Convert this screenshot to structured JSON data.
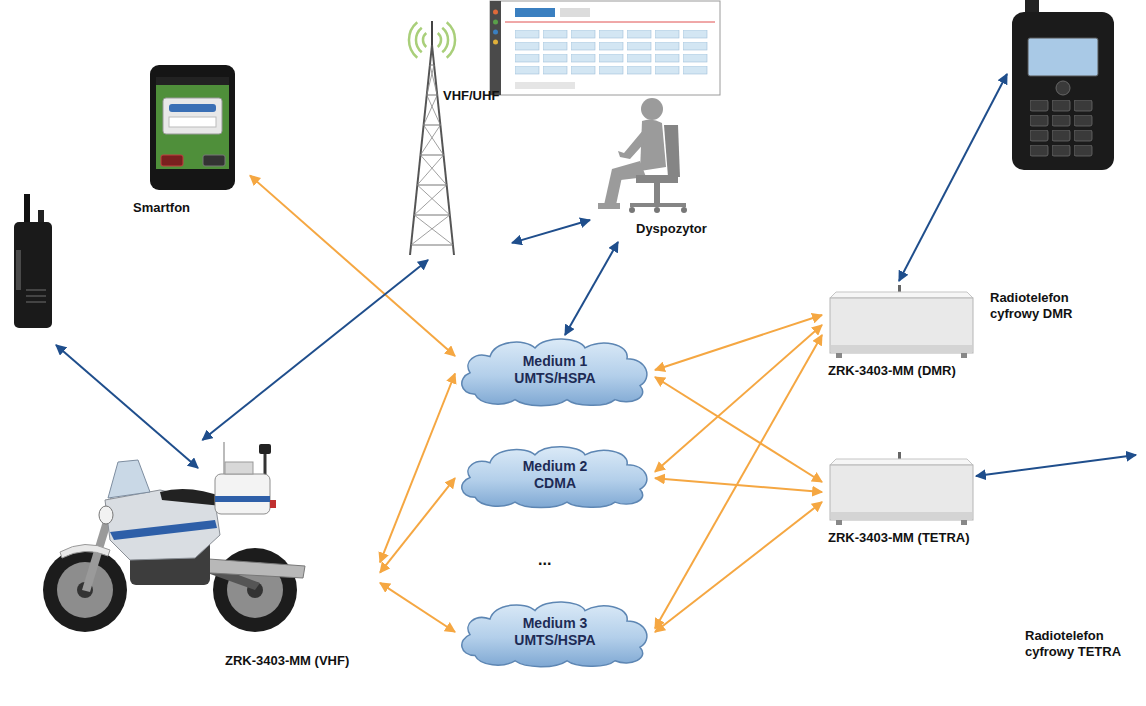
{
  "diagram": {
    "nodes": [
      {
        "text": [
          "Smartfon"
        ]
      },
      {
        "text": [
          "VHF/UHF"
        ]
      },
      {
        "text": [
          "Dyspozytor"
        ]
      },
      {
        "text": [
          "Medium 1 UMTS/HSPA"
        ]
      },
      {
        "text": [
          "Medium 2 CDMA"
        ]
      },
      {
        "text": [
          "Medium 3 UMTS/HSPA"
        ]
      },
      {
        "text": [
          "ZRK-3403-MM (DMR)"
        ]
      },
      {
        "text": [
          "ZRK-3403-MM (TETRA)"
        ]
      },
      {
        "text": [
          "ZRK-3403-MM (VHF)"
        ]
      }
    ],
    "edges": [
      {
        "from": 0,
        "to": 3,
        "arrow": "both"
      },
      {
        "from": 1,
        "to": 2,
        "arrow": "both"
      },
      {
        "from": 2,
        "to": 3,
        "arrow": "both"
      },
      {
        "from": 1,
        "to": 8,
        "arrow": "both"
      },
      {
        "from": 8,
        "to": 3,
        "arrow": "both"
      },
      {
        "from": 8,
        "to": 4,
        "arrow": "both"
      },
      {
        "from": 8,
        "to": 5,
        "arrow": "both"
      },
      {
        "from": 3,
        "to": 6,
        "arrow": "both"
      },
      {
        "from": 3,
        "to": 7,
        "arrow": "both"
      },
      {
        "from": 4,
        "to": 6,
        "arrow": "both"
      },
      {
        "from": 4,
        "to": 7,
        "arrow": "both"
      },
      {
        "from": 5,
        "to": 6,
        "arrow": "both"
      },
      {
        "from": 5,
        "to": 7,
        "arrow": "both"
      }
    ],
    "labels": [
      "...",
      "Radiotelefon cyfrowy DMR",
      "Radiotelefon cyfrowy TETRA"
    ]
  }
}
